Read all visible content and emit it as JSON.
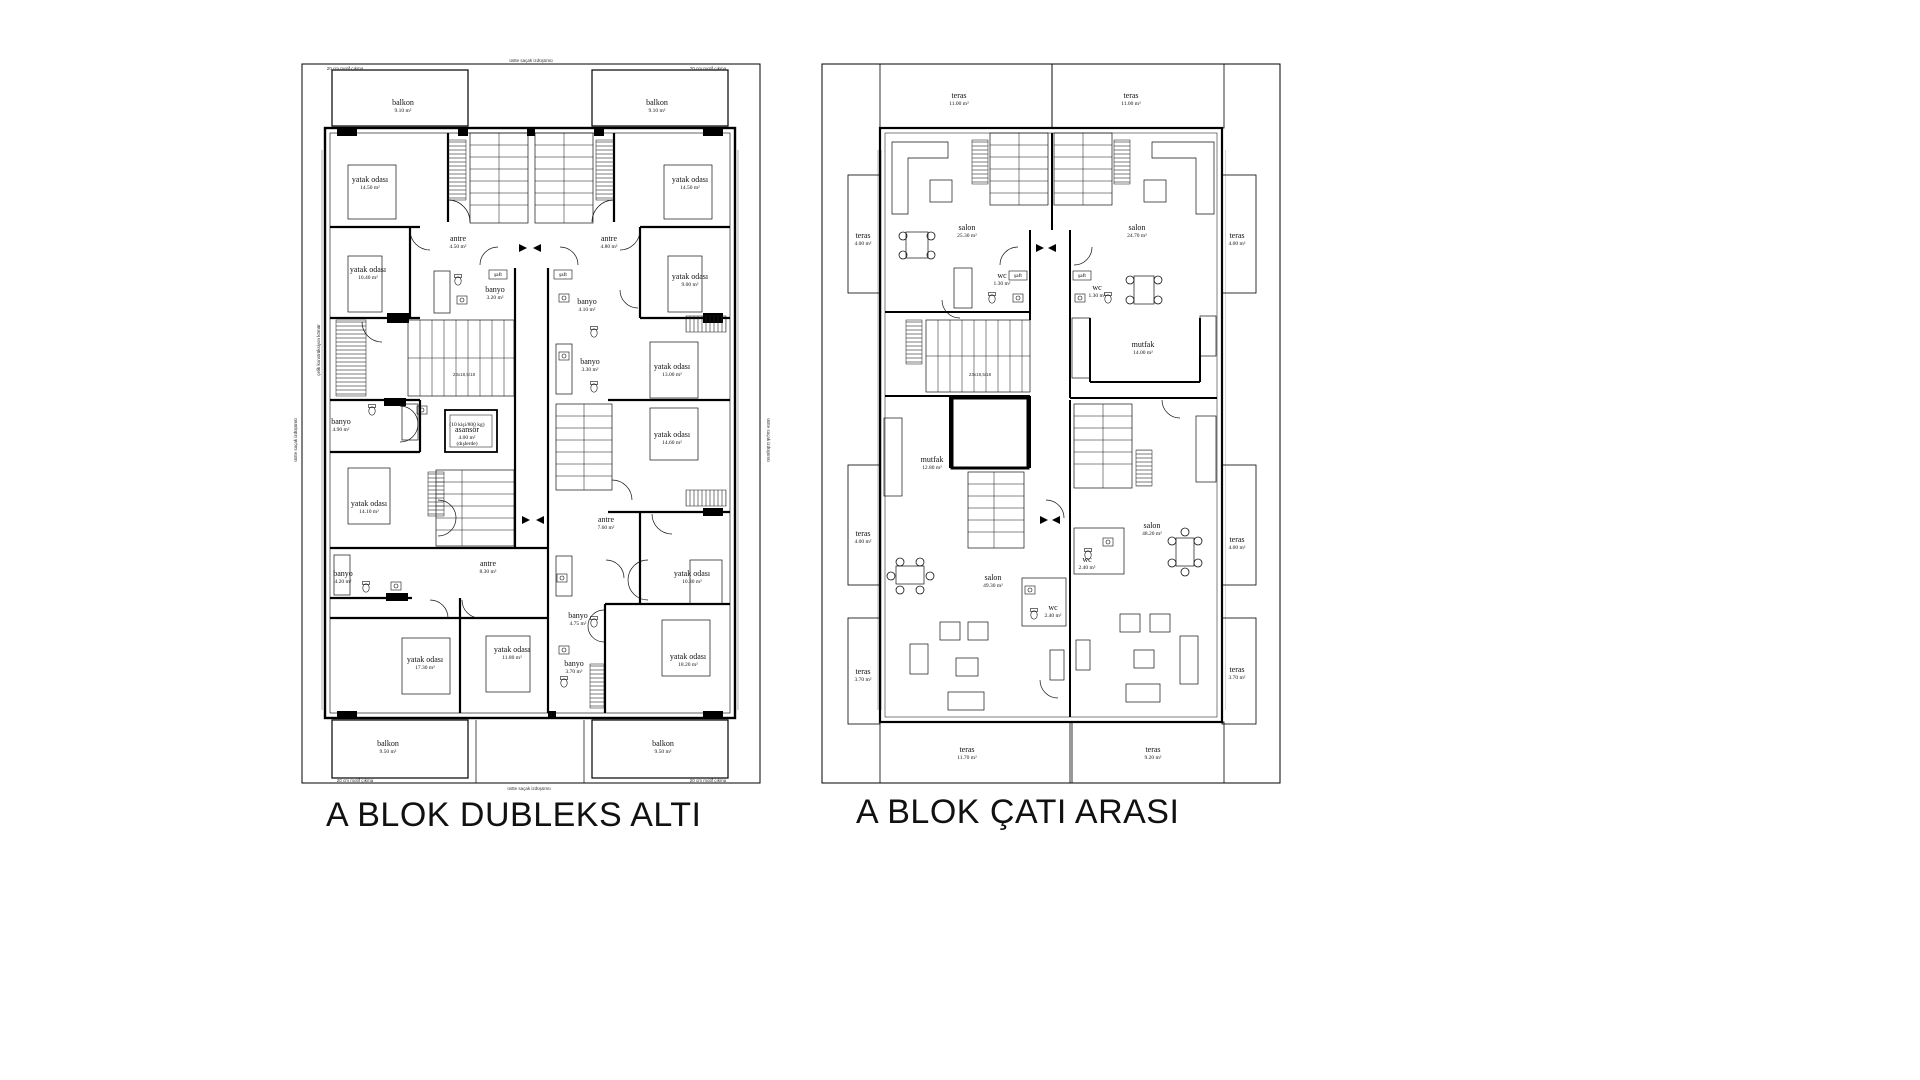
{
  "plans": [
    {
      "title": "A BLOK DUBLEKS ALTI",
      "notes": {
        "top": "üstte saçak izdüşümü",
        "bottom": "üstte saçak izdüşümü",
        "motif_top_left": "20 cm motif çıkma",
        "motif_top_right": "20 cm motif çıkma",
        "motif_bottom_left": "20 cm motif çıkma",
        "motif_bottom_right": "20 cm motif çıkma",
        "left": "üstte saçak izdüşümü",
        "right": "üstte saçak izdüşümü",
        "left_inner": "çelik konstrüksiyon kömür",
        "stair_top": "23x18,5/18",
        "stair_mid": "23x18,5/18"
      },
      "rooms": [
        {
          "name": "balkon",
          "area": "9.10 m²"
        },
        {
          "name": "balkon",
          "area": "9.10 m²"
        },
        {
          "name": "yatak odası",
          "area": "14.50 m²"
        },
        {
          "name": "yatak odası",
          "area": "14.50 m²"
        },
        {
          "name": "antre",
          "area": "4.50 m²"
        },
        {
          "name": "antre",
          "area": "4.80 m²"
        },
        {
          "name": "yatak odası",
          "area": "10.40 m²"
        },
        {
          "name": "yatak odası",
          "area": "9.00 m²"
        },
        {
          "name": "banyo",
          "area": "3.20 m²"
        },
        {
          "name": "banyo",
          "area": "4.10 m²"
        },
        {
          "name": "banyo",
          "area": "3.30 m²"
        },
        {
          "name": "yatak odası",
          "area": "13.00 m²"
        },
        {
          "name": "banyo",
          "area": "4.90 m²"
        },
        {
          "name": "asansör",
          "area": "4.00 m²",
          "extra": "(10 kişi/800 kg)",
          "extra2": "(dışlerde)"
        },
        {
          "name": "yatak odası",
          "area": "14.60 m²"
        },
        {
          "name": "yatak odası",
          "area": "14.10 m²"
        },
        {
          "name": "antre",
          "area": "7.60 m²"
        },
        {
          "name": "antre",
          "area": "8.30 m²"
        },
        {
          "name": "banyo",
          "area": "4.20 m²"
        },
        {
          "name": "yatak odası",
          "area": "10.30 m²"
        },
        {
          "name": "banyo",
          "area": "4.75 m²"
        },
        {
          "name": "yatak odası",
          "area": "17.30 m²"
        },
        {
          "name": "yatak odası",
          "area": "11.80 m²"
        },
        {
          "name": "banyo",
          "area": "3.70 m²"
        },
        {
          "name": "yatak odası",
          "area": "18.20 m²"
        },
        {
          "name": "balkon",
          "area": "9.50 m²"
        },
        {
          "name": "balkon",
          "area": "9.50 m²"
        }
      ],
      "shafts": [
        "şaft",
        "şaft"
      ]
    },
    {
      "title": "A BLOK ÇATI ARASI",
      "rooms": [
        {
          "name": "teras",
          "area": "11.00 m²"
        },
        {
          "name": "teras",
          "area": "11.00 m²"
        },
        {
          "name": "salon",
          "area": "25.30 m²"
        },
        {
          "name": "salon",
          "area": "24.70 m²"
        },
        {
          "name": "teras",
          "area": "4.00 m²"
        },
        {
          "name": "teras",
          "area": "4.00 m²"
        },
        {
          "name": "wc",
          "area": "1.30 m²"
        },
        {
          "name": "wc",
          "area": "1.30 m²"
        },
        {
          "name": "mutfak",
          "area": "14.00 m²"
        },
        {
          "name": "mutfak",
          "area": "12.80 m²"
        },
        {
          "name": "salon",
          "area": "48.20 m²"
        },
        {
          "name": "teras",
          "area": "4.00 m²"
        },
        {
          "name": "teras",
          "area": "4.00 m²"
        },
        {
          "name": "wc",
          "area": "2.40 m²"
        },
        {
          "name": "salon",
          "area": "49.30 m²"
        },
        {
          "name": "wc",
          "area": "2.40 m²"
        },
        {
          "name": "teras",
          "area": "3.70 m²"
        },
        {
          "name": "teras",
          "area": "3.70 m²"
        },
        {
          "name": "teras",
          "area": "11.70 m²"
        },
        {
          "name": "teras",
          "area": "9.20 m²"
        }
      ],
      "shafts": [
        "şaft",
        "şaft"
      ]
    }
  ]
}
